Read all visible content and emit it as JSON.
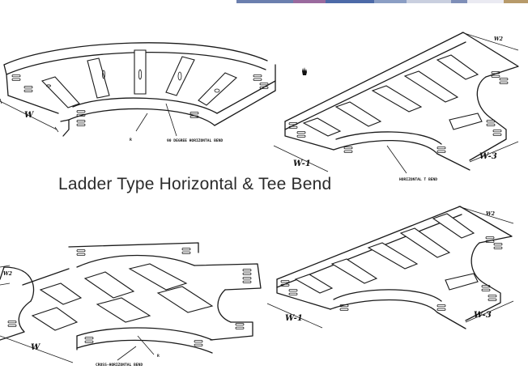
{
  "heading": "Ladder Type Horizontal & Tee Bend",
  "diagrams": {
    "bend90": {
      "label": "90 DEGREE HORIZONTAL BEND",
      "radius_label": "R",
      "width_label": "W"
    },
    "tee_top": {
      "label": "HORIZONTAL T BEND",
      "w1": "W-1",
      "w2": "W2",
      "w3": "W-3"
    },
    "cross": {
      "label": "CROSS-HORIZONTAL BEND",
      "radius_label": "R",
      "side_label": "W",
      "end_label": "W2"
    },
    "tee_bottom": {
      "w1": "W-1",
      "w2": "W2",
      "w3": "W-3"
    }
  },
  "colors": {
    "line": "#1a1a1a",
    "heading": "#2b2b2b"
  }
}
